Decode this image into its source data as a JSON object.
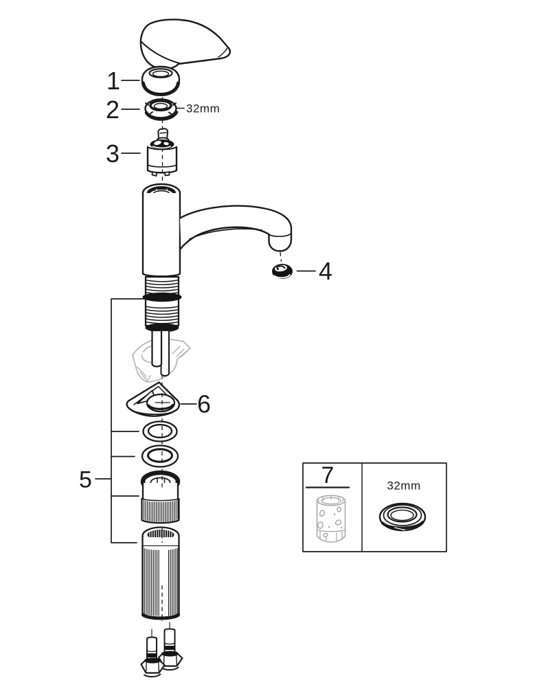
{
  "diagram": {
    "type": "exploded-parts-diagram",
    "subject": "single-lever sink mixer faucet",
    "colors": {
      "line": "#1a1a1a",
      "faint_sketch": "#b4b4b4",
      "tool_outline": "#a8a8a8",
      "background": "#ffffff"
    },
    "callouts": [
      {
        "id": "1",
        "part": "escutcheon-cap"
      },
      {
        "id": "2",
        "part": "fastening-ring",
        "size_note": "32mm"
      },
      {
        "id": "3",
        "part": "cartridge"
      },
      {
        "id": "4",
        "part": "mousseur-aerator"
      },
      {
        "id": "5",
        "part": "fixation-mounting-set"
      },
      {
        "id": "6",
        "part": "mounting-triangle"
      },
      {
        "id": "7",
        "part": "socket-spanner-tool"
      }
    ],
    "inset": {
      "ring_size": "32mm"
    }
  }
}
